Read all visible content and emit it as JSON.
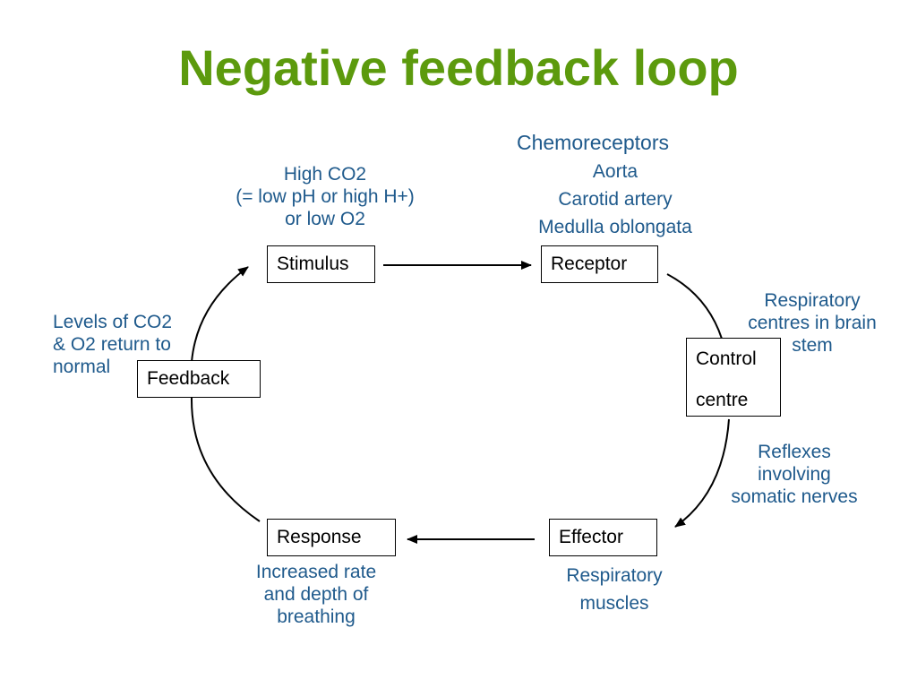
{
  "title": "Negative feedback loop",
  "boxes": {
    "stimulus": "Stimulus",
    "receptor": "Receptor",
    "control_line1": "Control",
    "control_line2": "centre",
    "effector": "Effector",
    "response": "Response",
    "feedback": "Feedback"
  },
  "notes": {
    "stimulus": [
      "High CO2",
      "(= low pH or high H+)",
      "or low O2"
    ],
    "chemo_title": "Chemoreceptors",
    "chemo_items": [
      "Aorta",
      "Carotid artery",
      "Medulla oblongata"
    ],
    "control": [
      "Respiratory",
      "centres in brain",
      "stem"
    ],
    "reflexes": [
      "Reflexes",
      "involving",
      "somatic nerves"
    ],
    "effector": [
      "Respiratory",
      "muscles"
    ],
    "response": [
      "Increased rate",
      "and depth of",
      "breathing"
    ],
    "feedback": [
      "Levels of CO2",
      "& O2 return to",
      "normal"
    ]
  },
  "colors": {
    "title": "#5c9a0d",
    "note_text": "#1f5a8c"
  }
}
